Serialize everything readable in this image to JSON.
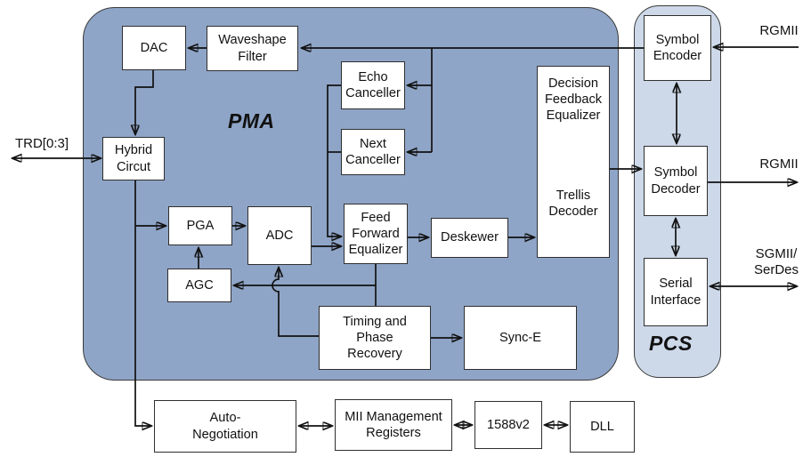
{
  "colors": {
    "pma_fill": "#8FA5C7",
    "pcs_fill": "#CDD9E9",
    "box_fill": "#FFFFFF",
    "container_border": "#3A3A3A",
    "line": "#111111",
    "text": "#111111",
    "background": "#FFFFFF"
  },
  "containers": {
    "pma": {
      "label": "PMA"
    },
    "pcs": {
      "label": "PCS"
    }
  },
  "blocks": {
    "dac": {
      "label": "DAC"
    },
    "waveshape_filter": {
      "label": "Waveshape\nFilter"
    },
    "echo_canceller": {
      "label": "Echo\nCanceller"
    },
    "next_canceller": {
      "label": "Next\nCanceller"
    },
    "dfe_trellis": {
      "label_top": "Decision\nFeedback\nEqualizer",
      "label_bottom": "Trellis\nDecoder"
    },
    "hybrid_circuit": {
      "label": "Hybrid\nCircut"
    },
    "pga": {
      "label": "PGA"
    },
    "adc": {
      "label": "ADC"
    },
    "agc": {
      "label": "AGC"
    },
    "feed_forward_equalizer": {
      "label": "Feed\nForward\nEqualizer"
    },
    "deskewer": {
      "label": "Deskewer"
    },
    "timing_phase_recovery": {
      "label": "Timing and\nPhase\nRecovery"
    },
    "sync_e": {
      "label": "Sync-E"
    },
    "symbol_encoder": {
      "label": "Symbol\nEncoder"
    },
    "symbol_decoder": {
      "label": "Symbol\nDecoder"
    },
    "serial_interface": {
      "label": "Serial\nInterface"
    },
    "auto_negotiation": {
      "label": "Auto-\nNegotiation"
    },
    "mii_management_registers": {
      "label": "MII Management\nRegisters"
    },
    "ieee_1588v2": {
      "label": "1588v2"
    },
    "dll": {
      "label": "DLL"
    }
  },
  "io_labels": {
    "trd": "TRD[0:3]",
    "rgmii_in": "RGMII",
    "rgmii_out": "RGMII",
    "sgmii_serdes": "SGMII/\nSerDes"
  }
}
